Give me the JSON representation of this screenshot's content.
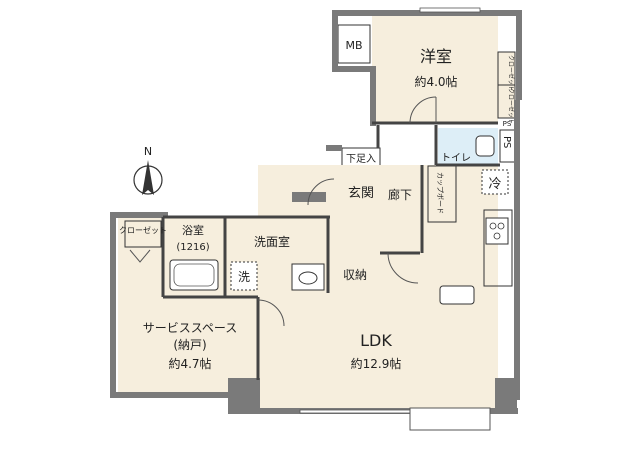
{
  "compass": {
    "north_label": "N"
  },
  "rooms": {
    "western": {
      "name": "洋室",
      "size": "約4.0帖"
    },
    "mb": "MB",
    "closet_western_1": "クローゼット",
    "closet_western_2": "クローゼット",
    "ps_top": "PS",
    "ps_side": "PS",
    "toilet": "トイレ",
    "geta": "下足入",
    "entrance": "玄関",
    "hallway": "廊下",
    "cupboard": "カップボード",
    "fridge": "冷",
    "bath": {
      "name": "浴室",
      "size": "(1216)"
    },
    "washroom": "洗面室",
    "washer": "洗",
    "storage": "収納",
    "closet_service": "クローゼット",
    "service": {
      "name": "サービススペース",
      "sub": "(納戸)",
      "size": "約4.7帖"
    },
    "ldk": {
      "name": "LDK",
      "size": "約12.9帖"
    }
  }
}
